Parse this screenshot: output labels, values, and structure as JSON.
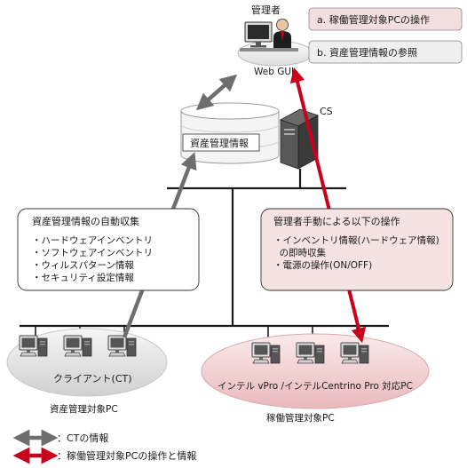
{
  "admin": {
    "title": "管理者",
    "interface": "Web GUI"
  },
  "legend_boxes": {
    "a": "a. 稼働管理対象PCの操作",
    "b": "b. 資産管理情報の参照"
  },
  "server": {
    "label": "CS",
    "db_label": "資産管理情報"
  },
  "callout_left": {
    "title": "資産管理情報の自動収集",
    "items": [
      "・ハードウェアインベントリ",
      "・ソフトウェアインベントリ",
      "・ウィルスパターン情報",
      "・セキュリティ設定情報"
    ]
  },
  "callout_right": {
    "title": "管理者手動による以下の操作",
    "items": [
      "・インベントリ情報(ハードウェア情報)",
      "  の即時収集",
      "・電源の操作(ON/OFF)"
    ]
  },
  "clients": {
    "left_label": "クライアント(CT)",
    "left_caption": "資産管理対象PC",
    "right_label": "インテル vPro /インテルCentrino Pro 対応PC",
    "right_caption": "稼働管理対象PC"
  },
  "legend": {
    "gray": "：CTの情報",
    "red": "：稼働管理対象PCの操作と情報"
  },
  "colors": {
    "gray_arrow": "#6e6e6e",
    "red_arrow": "#c8001e",
    "pink_fill": "#f4dcdc",
    "gray_ellipse": "#e4e4e4"
  }
}
